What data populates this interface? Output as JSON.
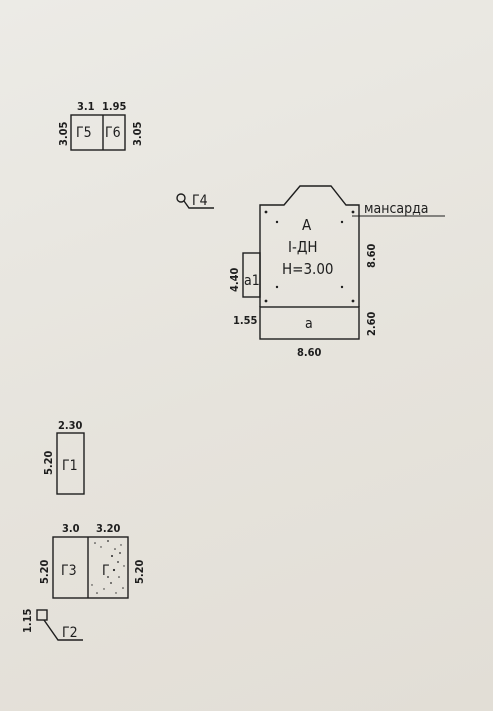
{
  "blocks": {
    "g5g6": {
      "g5_label": "Г5",
      "g6_label": "Г6",
      "width_g5": "3.1",
      "width_g6": "1.95",
      "height_left": "3.05",
      "height_right": "3.05"
    },
    "g4": {
      "label": "Г4"
    },
    "main_house": {
      "letter": "А",
      "type": "I-ДН",
      "height": "H=3.00",
      "attic_label": "мансарда",
      "side_height": "8.60",
      "annex_a_label": "а",
      "annex_a_height": "2.60",
      "bottom_width": "8.60",
      "annex_a1_label": "а1",
      "annex_a1_width": "1.55",
      "annex_a1_height": "4.40"
    },
    "g1": {
      "label": "Г1",
      "width": "2.30",
      "height": "5.20"
    },
    "g3": {
      "label": "Г3",
      "width_g3": "3.0",
      "width_right": "3.20",
      "height_left": "5.20",
      "height_right": "5.20",
      "right_label_partial": "Г"
    },
    "g2": {
      "label": "Г2",
      "size": "1.15"
    }
  },
  "colors": {
    "paper": "#e9e6e0",
    "ink": "#1e1e1e"
  }
}
